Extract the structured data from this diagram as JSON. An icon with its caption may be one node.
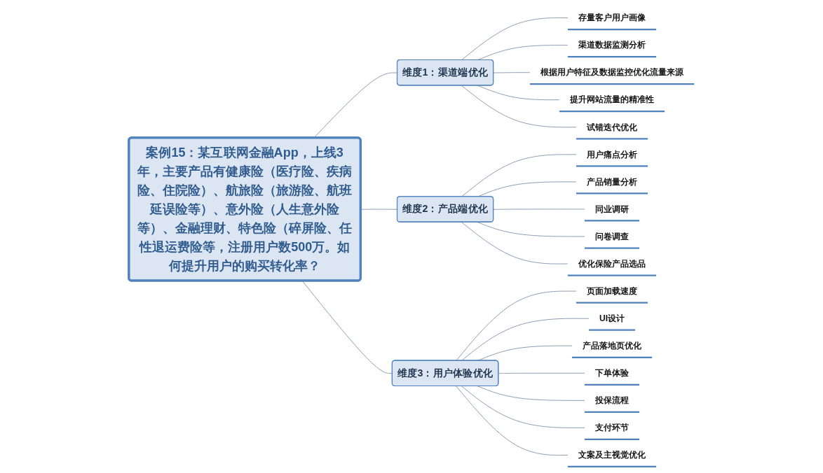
{
  "diagram": {
    "nodes": [
      {
        "text": [
          "案例15：某互联网金融App，上线3年，主要产品有健康险（医疗险、疾病险、住院险）、航旅险（旅游险、航班延误险等）、意外险（人生意外险等）、金融理财、特色险（碎屏险、任性退运费险等，注册用户数500万。如何提升用户的购买转化率？"
        ]
      },
      {
        "text": [
          "维度1：渠道端优化"
        ]
      },
      {
        "text": [
          "存量客户用户画像"
        ]
      },
      {
        "text": [
          "渠道数据监测分析"
        ]
      },
      {
        "text": [
          "根据用户特征及数据监控优化流量来源"
        ]
      },
      {
        "text": [
          "提升网站流量的精准性"
        ]
      },
      {
        "text": [
          "试错迭代优化"
        ]
      },
      {
        "text": [
          "维度2：产品端优化"
        ]
      },
      {
        "text": [
          "用户痛点分析"
        ]
      },
      {
        "text": [
          "产品销量分析"
        ]
      },
      {
        "text": [
          "同业调研"
        ]
      },
      {
        "text": [
          "问卷调查"
        ]
      },
      {
        "text": [
          "优化保险产品选品"
        ]
      },
      {
        "text": [
          "维度3：用户体验优化"
        ]
      },
      {
        "text": [
          "页面加载速度"
        ]
      },
      {
        "text": [
          "UI设计"
        ]
      },
      {
        "text": [
          "产品落地页优化"
        ]
      },
      {
        "text": [
          "下单体验"
        ]
      },
      {
        "text": [
          "投保流程"
        ]
      },
      {
        "text": [
          "支付环节"
        ]
      },
      {
        "text": [
          "文案及主视觉优化"
        ]
      }
    ],
    "edges": [
      {
        "from": 0,
        "to": 1,
        "arrow": "none"
      },
      {
        "from": 0,
        "to": 7,
        "arrow": "none"
      },
      {
        "from": 0,
        "to": 13,
        "arrow": "none"
      },
      {
        "from": 1,
        "to": 2,
        "arrow": "none"
      },
      {
        "from": 1,
        "to": 3,
        "arrow": "none"
      },
      {
        "from": 1,
        "to": 4,
        "arrow": "none"
      },
      {
        "from": 1,
        "to": 5,
        "arrow": "none"
      },
      {
        "from": 1,
        "to": 6,
        "arrow": "none"
      },
      {
        "from": 7,
        "to": 8,
        "arrow": "none"
      },
      {
        "from": 7,
        "to": 9,
        "arrow": "none"
      },
      {
        "from": 7,
        "to": 10,
        "arrow": "none"
      },
      {
        "from": 7,
        "to": 11,
        "arrow": "none"
      },
      {
        "from": 7,
        "to": 12,
        "arrow": "none"
      },
      {
        "from": 13,
        "to": 14,
        "arrow": "none"
      },
      {
        "from": 13,
        "to": 15,
        "arrow": "none"
      },
      {
        "from": 13,
        "to": 16,
        "arrow": "none"
      },
      {
        "from": 13,
        "to": 17,
        "arrow": "none"
      },
      {
        "from": 13,
        "to": 18,
        "arrow": "none"
      },
      {
        "from": 13,
        "to": 19,
        "arrow": "none"
      },
      {
        "from": 13,
        "to": 20,
        "arrow": "none"
      }
    ]
  }
}
